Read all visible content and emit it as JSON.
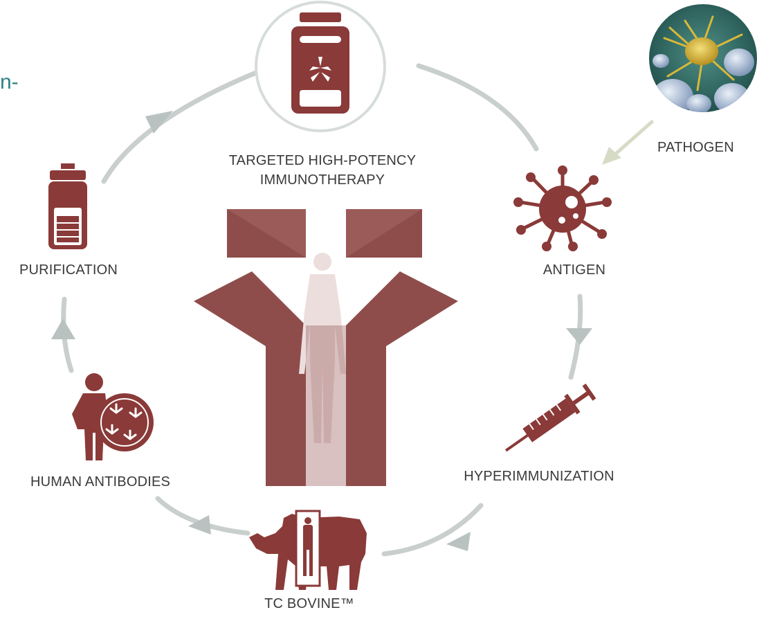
{
  "fragment_text": "n-",
  "center_title": {
    "line1": "TARGETED HIGH-POTENCY",
    "line2": "IMMUNOTHERAPY"
  },
  "steps": {
    "pathogen": "PATHOGEN",
    "antigen": "ANTIGEN",
    "hyperimmunization": "HYPERIMMUNIZATION",
    "tc_bovine": "TC BOVINE™",
    "human_antibodies": "HUMAN ANTIBODIES",
    "purification": "PURIFICATION"
  },
  "colors": {
    "maroon": "#8a3a38",
    "antibody_fill": "#8e4d4b",
    "cycle_gray": "#c9cfcd",
    "arrow_gray": "#b9c2c1",
    "pathogen_arrow": "#d6dbc6",
    "teal_text": "#2f8080"
  },
  "icons": [
    "vial-icon",
    "virus-icon",
    "syringe-icon",
    "cow-icon",
    "shield-warrior-icon",
    "bottle-icon",
    "antibody-figure-icon",
    "pathogen-cell-image"
  ]
}
